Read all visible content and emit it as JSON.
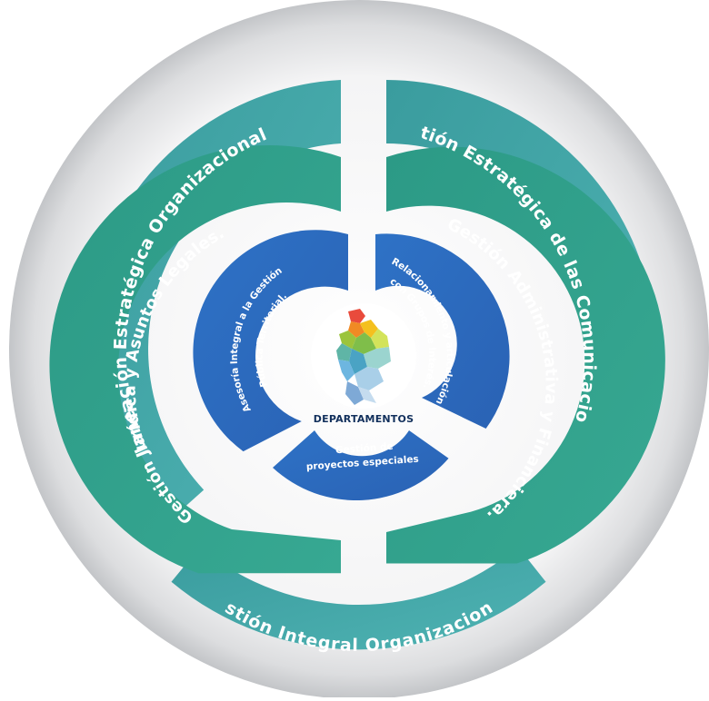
{
  "center": {
    "label": "DEPARTAMENTOS"
  },
  "outer_ring": {
    "top_left": "Planeación Estratégica Organizacional.",
    "top_right": "Gestión Estratégica de las Comunicaciones.",
    "bottom": "Gestión Integral Organizacional."
  },
  "middle_ring": {
    "left": "Gestión Jurídica y Asuntos Legales.",
    "right": "Gestión Administrativa y Financiera."
  },
  "inner_ring": {
    "left_line1": "Asesoría Integral a la Gestión",
    "left_line2": "Pública Territorial.",
    "right_line1": "Relacionamiento y articulación",
    "right_line2": "con Grupos de Interés.",
    "bottom_line1": "Gestión de",
    "bottom_line2": "proyectos especiales"
  },
  "colors": {
    "outer_ring": "#3fa8a8",
    "middle_ring": "#2e9f8a",
    "inner_ring": "#2d6fc4",
    "center_text": "#12305c",
    "shadow": "#c9cbcd"
  }
}
